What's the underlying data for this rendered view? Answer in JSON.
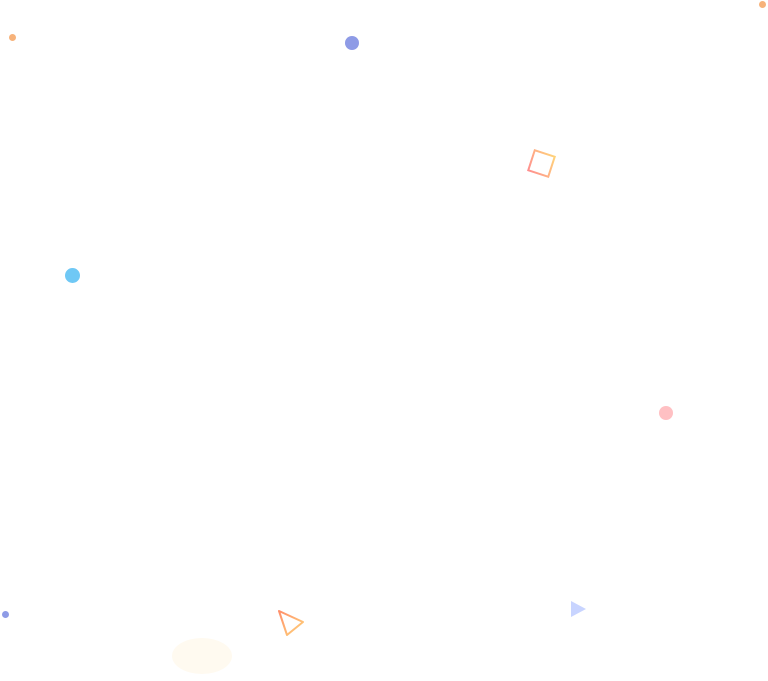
{
  "decorations": [
    {
      "kind": "dot",
      "icon": "small-dot-icon",
      "color": "#f7b27a"
    },
    {
      "kind": "dot",
      "icon": "small-dot-icon",
      "color": "#f7b27a"
    },
    {
      "kind": "dot",
      "icon": "dot-icon",
      "color": "#8e9be6"
    },
    {
      "kind": "square-outline",
      "icon": "square-outline-icon",
      "color_start": "#ff8f8f",
      "color_end": "#ffd37a"
    },
    {
      "kind": "dot",
      "icon": "dot-icon",
      "color": "#6fc8f5"
    },
    {
      "kind": "dot",
      "icon": "dot-icon",
      "color": "#ffc0c3"
    },
    {
      "kind": "dot",
      "icon": "small-dot-icon",
      "color": "#8e9be6"
    },
    {
      "kind": "triangle-outline",
      "icon": "triangle-outline-icon",
      "color_start": "#ff8f6b",
      "color_end": "#ffd37a"
    },
    {
      "kind": "triangle-filled",
      "icon": "triangle-filled-icon",
      "color": "#c8d4ff"
    },
    {
      "kind": "faint-blob",
      "icon": "faint-blob-icon",
      "color": "#fffaf0"
    }
  ]
}
